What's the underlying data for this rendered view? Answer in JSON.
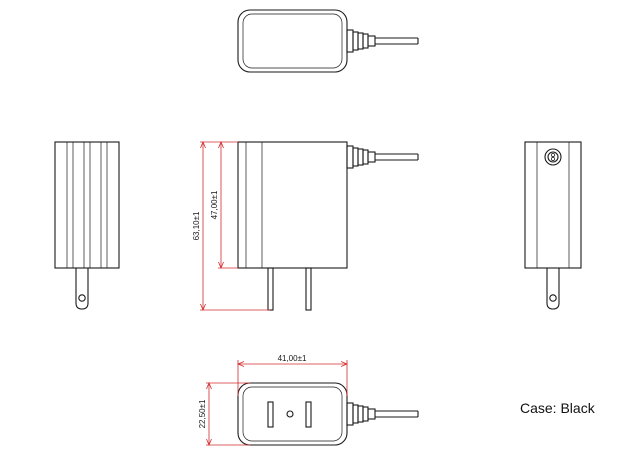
{
  "dimensions": {
    "total_height": "63,10±1",
    "body_height": "47,00±1",
    "body_width": "41,00±1",
    "body_depth": "22,50±1"
  },
  "note": "Case: Black"
}
